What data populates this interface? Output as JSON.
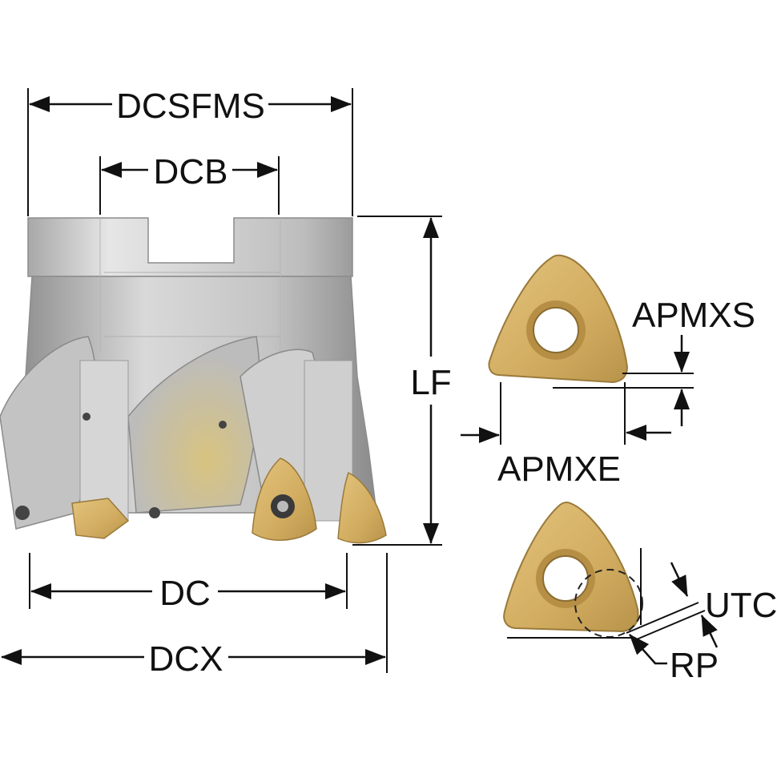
{
  "labels": {
    "dcsfms": "DCSFMS",
    "dcb": "DCB",
    "lf": "LF",
    "dc": "DC",
    "dcx": "DCX",
    "apmxs": "APMXS",
    "apmxe": "APMXE",
    "utcl": "UTCL",
    "rp": "RP"
  },
  "colors": {
    "body_light": "#eaeaea",
    "body_mid": "#c9c9c9",
    "body_dark": "#9a9a9a",
    "insert_gold": "#d4b067",
    "insert_shadow": "#a98a45",
    "line": "#111111"
  }
}
